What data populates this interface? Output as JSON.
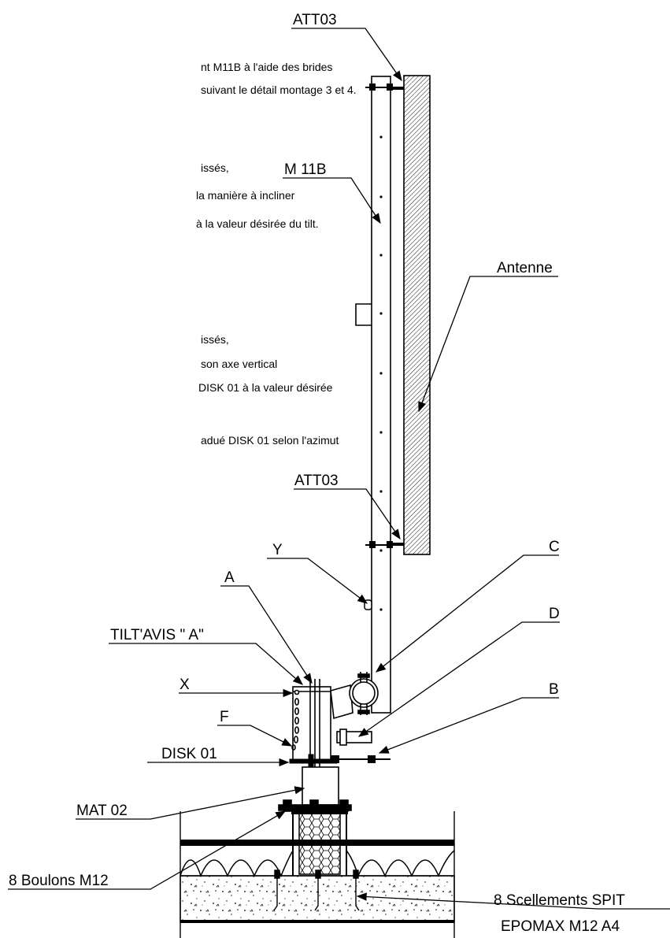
{
  "notes": [
    "nt M11B à l'aide des brides",
    "suivant le détail  montage 3 et 4.",
    "issés,",
    " la manière à incliner",
    " à la valeur désirée du tilt.",
    "issés,",
    "son axe vertical",
    " DISK 01 à la valeur désirée",
    "adué DISK 01 selon l'azimut"
  ],
  "labels": {
    "att03_top": "ATT03",
    "m11b": "M 11B",
    "antenne": "Antenne",
    "att03_bottom": "ATT03",
    "c": "C",
    "y": "Y",
    "a": "A",
    "d": "D",
    "tiltavis": "TILT'AVIS \" A\"",
    "x": "X",
    "b": "B",
    "f": "F",
    "disk01": "DISK 01",
    "mat02": "MAT 02",
    "boulons": "8 Boulons M12",
    "scellements_1": "8 Scellements SPIT",
    "scellements_2": "EPOMAX M12 A4"
  }
}
